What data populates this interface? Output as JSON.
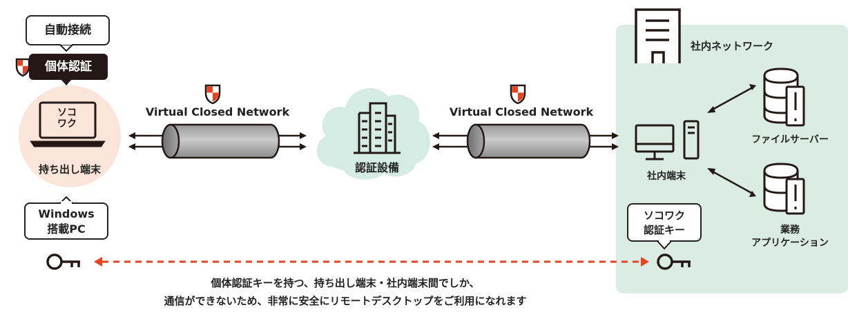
{
  "left": {
    "auto_connect": "自動接続",
    "individual_auth": "個体認証",
    "laptop_screen_l1": "ソコ",
    "laptop_screen_l2": "ワク",
    "device_label": "持ち出し端末",
    "windows_l1": "Windows",
    "windows_l2": "搭載PC"
  },
  "tunnels": {
    "left_label": "Virtual Closed Network",
    "right_label": "Virtual Closed Network"
  },
  "center": {
    "label": "認証設備"
  },
  "network": {
    "title": "社内ネットワーク",
    "terminal": "社内端末",
    "file_server": "ファイルサーバー",
    "business_l1": "業務",
    "business_l2": "アプリケーション",
    "key_l1": "ソコワク",
    "key_l2": "認証キー"
  },
  "caption": {
    "line1": "個体認証キーを持つ、持ち出し端末・社内端末間でしか、",
    "line2": "通信ができないため、非常に安全にリモートデスクトップをご利用になれます"
  },
  "colors": {
    "network_bg": "#daece4",
    "laptop_circle": "#fbe5da",
    "cloud": "#d4ece4",
    "accent_red": "#e8421f",
    "dark": "#231815"
  },
  "icons": [
    "shield-icon",
    "laptop-icon",
    "building-icon",
    "tunnel-icon",
    "server-icon",
    "desktop-icon",
    "database-icon",
    "key-icon"
  ]
}
